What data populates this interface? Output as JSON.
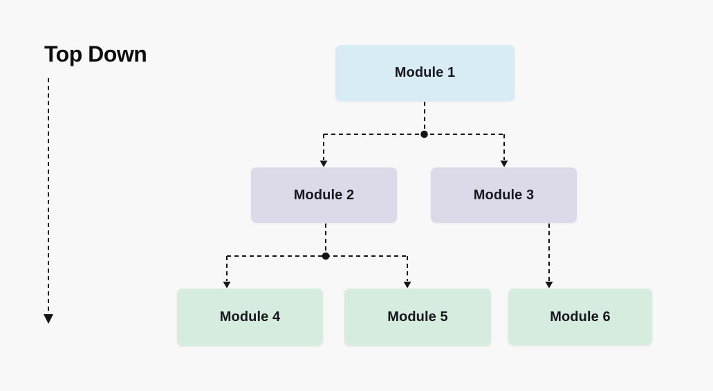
{
  "title": "Top Down",
  "colors": {
    "background": "#f8f8f8",
    "line": "#141414",
    "text": "#16181d",
    "title": "#0d0d0d",
    "level1": "#d8ecf6",
    "level2": "#dcdae8",
    "level3": "#d5ecdf"
  },
  "nodes": [
    {
      "id": "module-1",
      "label": "Module 1",
      "level": 1
    },
    {
      "id": "module-2",
      "label": "Module 2",
      "level": 2
    },
    {
      "id": "module-3",
      "label": "Module 3",
      "level": 2
    },
    {
      "id": "module-4",
      "label": "Module 4",
      "level": 3
    },
    {
      "id": "module-5",
      "label": "Module 5",
      "level": 3
    },
    {
      "id": "module-6",
      "label": "Module 6",
      "level": 3
    }
  ],
  "edges": [
    {
      "from": "Module 1",
      "to": "Module 2"
    },
    {
      "from": "Module 1",
      "to": "Module 3"
    },
    {
      "from": "Module 2",
      "to": "Module 4"
    },
    {
      "from": "Module 2",
      "to": "Module 5"
    },
    {
      "from": "Module 3",
      "to": "Module 6"
    }
  ],
  "flow_direction": "top-down"
}
